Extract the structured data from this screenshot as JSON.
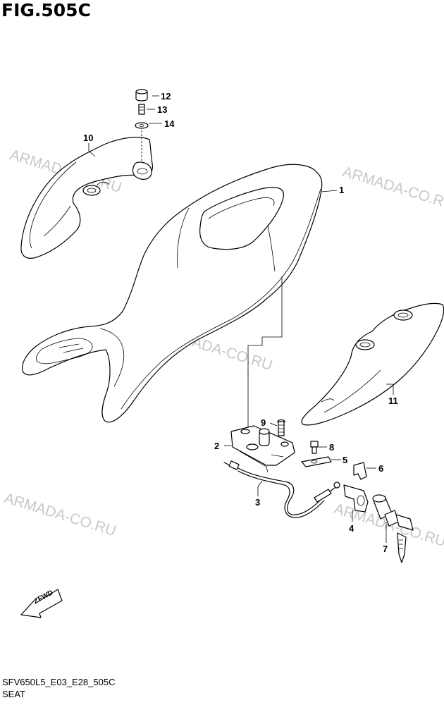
{
  "figure": {
    "title": "FIG.505C",
    "code": "SFV650L5_E03_E28_505C",
    "caption": "SEAT"
  },
  "watermark": "ARMADA-CO.RU",
  "callouts": [
    "1",
    "2",
    "3",
    "4",
    "5",
    "6",
    "7",
    "8",
    "9",
    "10",
    "11",
    "12",
    "13",
    "14"
  ],
  "fwd_label": "FWD"
}
